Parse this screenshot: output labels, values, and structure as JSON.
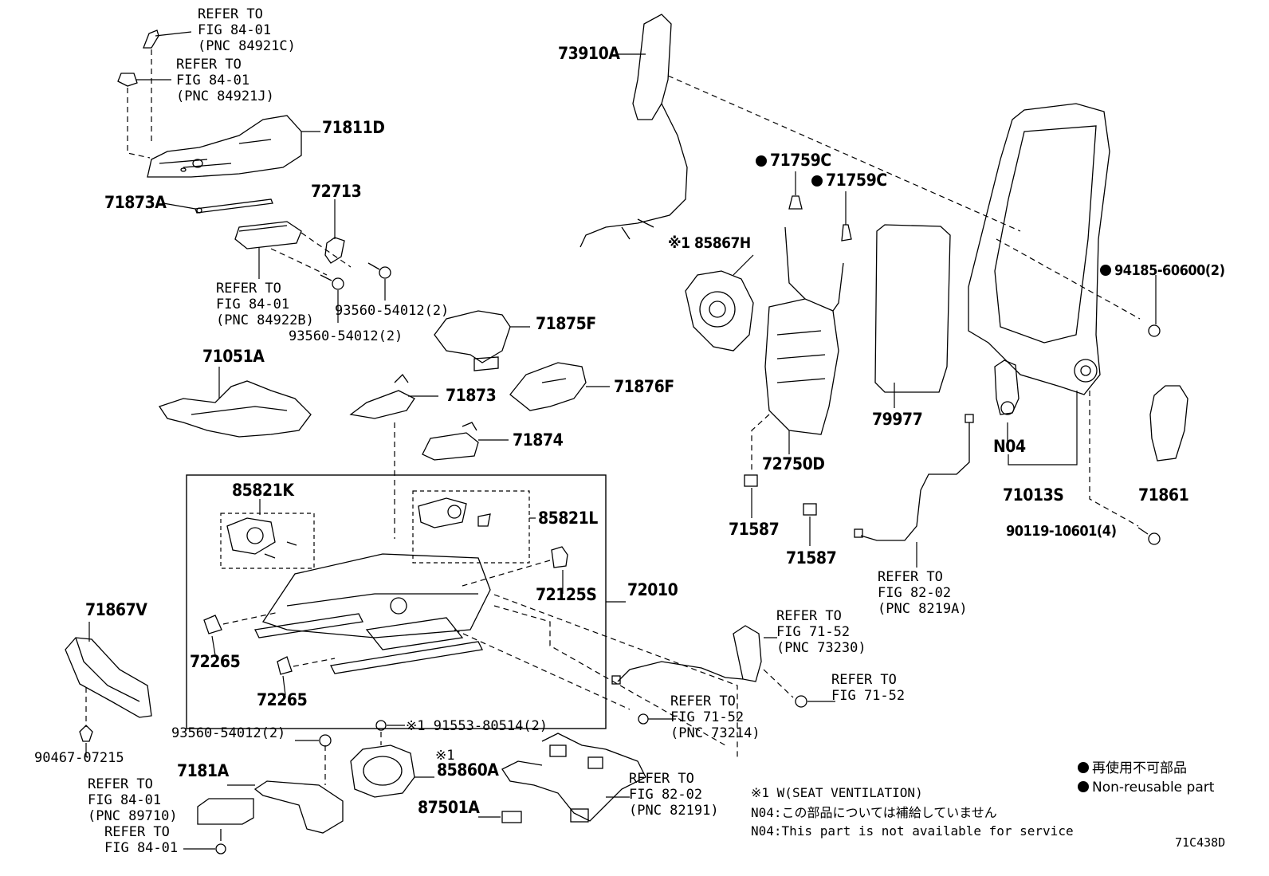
{
  "diagram_id": "71C438D",
  "legend": {
    "jp": "再使用不可部品",
    "en": "Non-reusable part"
  },
  "notes": {
    "ventilation": "※1 W(SEAT VENTILATION)",
    "n04_jp": "N04:この部品については補給していません",
    "n04_en": "N04:This part is not available for service"
  },
  "refs": {
    "r84921c": "REFER TO\nFIG 84-01\n(PNC 84921C)",
    "r84921j": "REFER TO\nFIG 84-01\n(PNC 84921J)",
    "r84922b": "REFER TO\nFIG 84-01\n(PNC 84922B)",
    "r8219a": "REFER TO\nFIG 82-02\n(PNC 8219A)",
    "r73230": "REFER TO\nFIG 71-52\n(PNC 73230)",
    "r7152": "REFER TO\nFIG 71-52",
    "r73214": "REFER TO\nFIG 71-52\n(PNC 73214)",
    "r89710": "REFER TO\nFIG 84-01\n(PNC 89710)",
    "r82191": "REFER TO\nFIG 82-02\n(PNC 82191)",
    "r8401": "REFER TO\nFIG 84-01"
  },
  "parts": {
    "p73910A": "73910A",
    "p71811D": "71811D",
    "p71873A": "71873A",
    "p72713": "72713",
    "p93560a": "93560-54012(2)",
    "p93560b": "93560-54012(2)",
    "p93560c": "93560-54012(2)",
    "p71759C_1": "71759C",
    "p71759C_2": "71759C",
    "p85867H": "※1 85867H",
    "p94185": "94185-60600(2)",
    "p71875F": "71875F",
    "p71051A": "71051A",
    "p71876F": "71876F",
    "p71873": "71873",
    "p79977": "79977",
    "p71874": "71874",
    "p72750D": "72750D",
    "pN04": "N04",
    "p85821K": "85821K",
    "p85821L": "85821L",
    "p71013S": "71013S",
    "p71861": "71861",
    "p71587a": "71587",
    "p71587b": "71587",
    "p90119": "90119-10601(4)",
    "p72125S": "72125S",
    "p72010": "72010",
    "p71867V": "71867V",
    "p72265a": "72265",
    "p72265b": "72265",
    "p90467": "90467-07215",
    "p91553": "※1 91553-80514(2)",
    "p85860A_note": "※1",
    "p85860A": "85860A",
    "p7181A": "7181A",
    "p87501A": "87501A"
  }
}
